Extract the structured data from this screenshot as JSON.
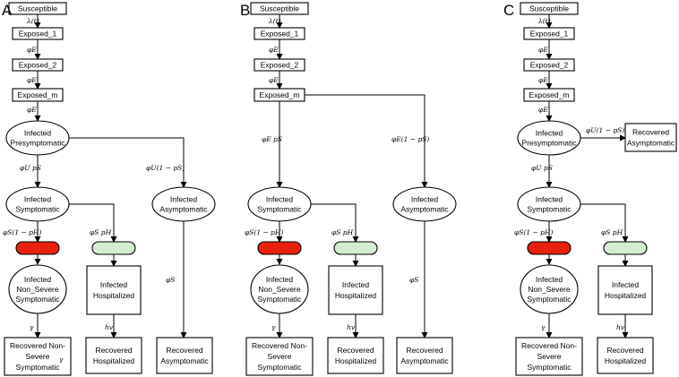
{
  "panels": [
    {
      "label": "A",
      "nodes": {
        "susceptible": "Susceptible",
        "exposed_1": "Exposed_1",
        "exposed_2": "Exposed_2",
        "exposed_m": "Exposed_m",
        "presym": [
          "Infected",
          "Presymptomatic"
        ],
        "sym": [
          "Infected",
          "Symptomatic"
        ],
        "asym": [
          "Infected",
          "Asymptomatic"
        ],
        "nonsevere": [
          "Infected",
          "Non_Severe",
          "Symptomatic"
        ],
        "hosp": [
          "Infected",
          "Hospitalized"
        ],
        "rec_ns": [
          "Recovered Non-",
          "Severe",
          "Symptomatic"
        ],
        "rec_hosp": [
          "Recovered",
          "Hospitalized"
        ],
        "rec_asym": [
          "Recovered",
          "Asymptomatic"
        ]
      },
      "rates": {
        "lambda": "λ(t)",
        "phiE1": "φE",
        "phiE2": "φE",
        "phiE3": "φE",
        "presym_sym": "φU pS",
        "presym_asym": "φU(1 − pS)",
        "sym_red": "φS(1 − pH)",
        "sym_green": "φS pH",
        "asym_rec": "φS",
        "ns_rec": "γ",
        "ns_rec_inner": "γ",
        "hosp_rec": "hv"
      }
    },
    {
      "label": "B",
      "nodes": {
        "susceptible": "Susceptible",
        "exposed_1": "Exposed_1",
        "exposed_2": "Exposed_2",
        "exposed_m": "Exposed_m",
        "sym": [
          "Infected",
          "Symptomatic"
        ],
        "asym": [
          "Infected",
          "Asymptomatic"
        ],
        "nonsevere": [
          "Infected",
          "Non_Severe",
          "Symptomatic"
        ],
        "hosp": [
          "Infected",
          "Hospitalized"
        ],
        "rec_ns": [
          "Recovered Non-",
          "Severe",
          "Symptomatic"
        ],
        "rec_hosp": [
          "Recovered",
          "Hospitalized"
        ],
        "rec_asym": [
          "Recovered",
          "Asymptomatic"
        ]
      },
      "rates": {
        "lambda": "λ(t)",
        "phiE1": "φE",
        "phiE2": "φE",
        "exp_sym": "φE pS",
        "exp_asym": "φE(1 − pS)",
        "sym_red": "φS(1 − pH)",
        "sym_green": "φS pH",
        "asym_rec": "φS",
        "ns_rec": "γ",
        "hosp_rec": "hv"
      }
    },
    {
      "label": "C",
      "nodes": {
        "susceptible": "Susceptible",
        "exposed_1": "Exposed_1",
        "exposed_2": "Exposed_2",
        "exposed_m": "Exposed_m",
        "presym": [
          "Infected",
          "Presymptomatic"
        ],
        "rec_asym": [
          "Recovered",
          "Asymptomatic"
        ],
        "sym": [
          "Infected",
          "Symptomatic"
        ],
        "nonsevere": [
          "Infected",
          "Non_Severe",
          "Symptomatic"
        ],
        "hosp": [
          "Infected",
          "Hospitalized"
        ],
        "rec_ns": [
          "Recovered Non-",
          "Severe",
          "Symptomatic"
        ],
        "rec_hosp": [
          "Recovered",
          "Hospitalized"
        ]
      },
      "rates": {
        "lambda": "λ(t)",
        "phiE1": "φE",
        "phiE2": "φE",
        "phiE3": "φE",
        "presym_recasym": "φU(1 − pS)",
        "presym_sym": "φU pS",
        "sym_red": "φS(1 − pH)",
        "sym_green": "φS pH",
        "ns_rec": "γ",
        "hosp_rec": "hv"
      }
    }
  ],
  "colors": {
    "severe_pill": "#e8210f",
    "hospital_pill": "#d3edd0",
    "stroke": "#000000"
  }
}
